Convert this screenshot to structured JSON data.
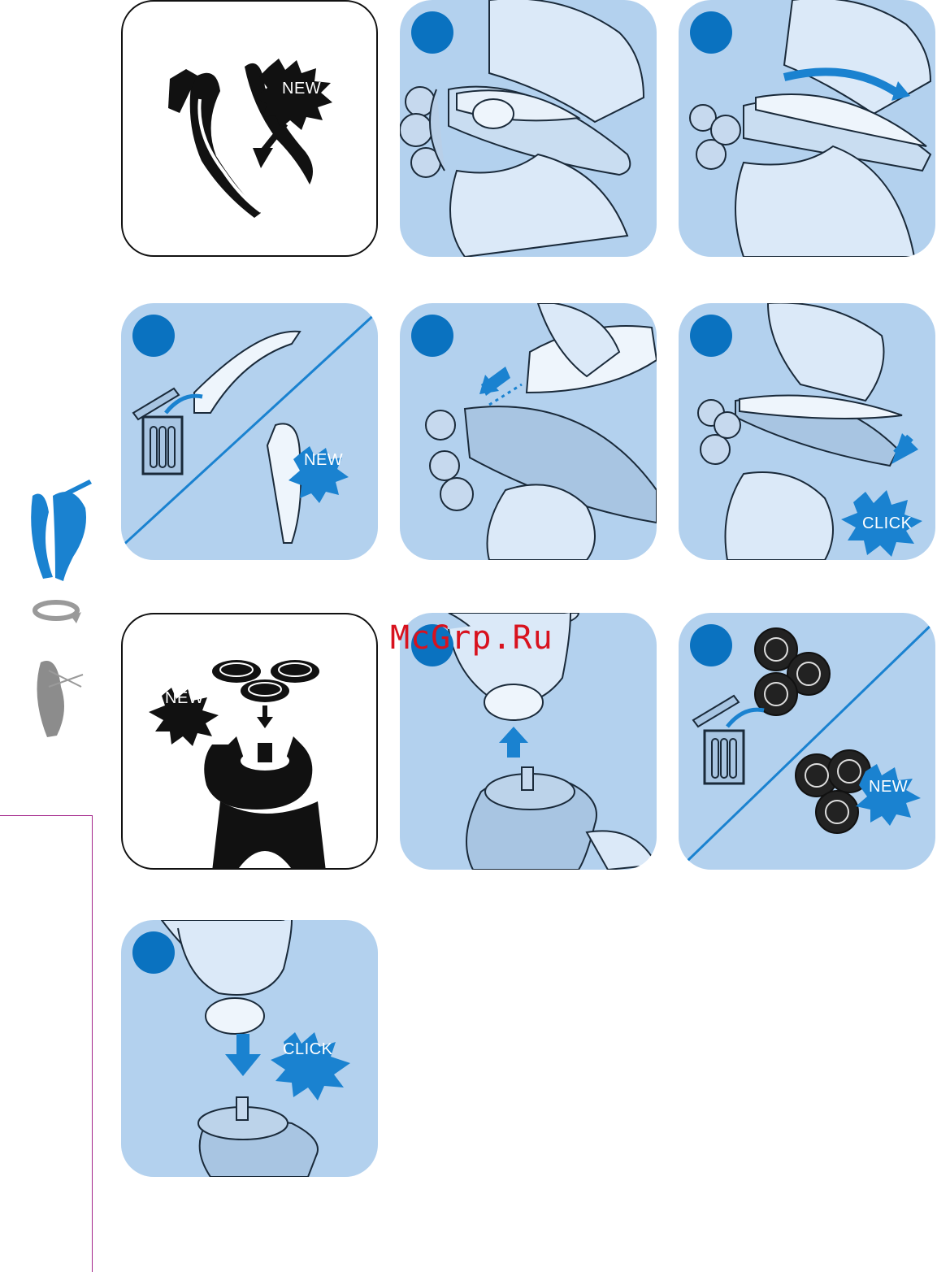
{
  "labels": {
    "new": "NEW",
    "click": "CLICK"
  },
  "watermark": "McGrp.Ru",
  "colors": {
    "panel_blue": "#b3d1ee",
    "step_dot": "#0a72c0",
    "accent_blue": "#1a82d0",
    "skin": "#dbe9f8",
    "outline": "#1a2a3a",
    "watermark": "#d8121e",
    "margin_rule": "#a3258a"
  },
  "sidebar_icons": [
    "shaver-blue-icon",
    "rotate-arrows-icon",
    "shaver-grey-icon"
  ],
  "panels": [
    {
      "id": "overview-replace-cover",
      "style": "white",
      "burst": "new"
    },
    {
      "id": "step-hold-shaver",
      "style": "blue",
      "step_marker": true
    },
    {
      "id": "step-pull-off-cover",
      "style": "blue",
      "step_marker": true
    },
    {
      "id": "step-discard-old-cover",
      "style": "blue",
      "step_marker": true,
      "burst": "new"
    },
    {
      "id": "step-insert-tabs",
      "style": "blue",
      "step_marker": true
    },
    {
      "id": "step-press-cover",
      "style": "blue",
      "step_marker": true,
      "burst": "click"
    },
    {
      "id": "overview-replace-heads",
      "style": "white",
      "burst": "new"
    },
    {
      "id": "step-remove-heads",
      "style": "blue",
      "step_marker": true
    },
    {
      "id": "step-discard-old-heads",
      "style": "blue",
      "step_marker": true,
      "burst": "new"
    },
    {
      "id": "step-attach-heads",
      "style": "blue",
      "step_marker": true,
      "burst": "click"
    }
  ]
}
